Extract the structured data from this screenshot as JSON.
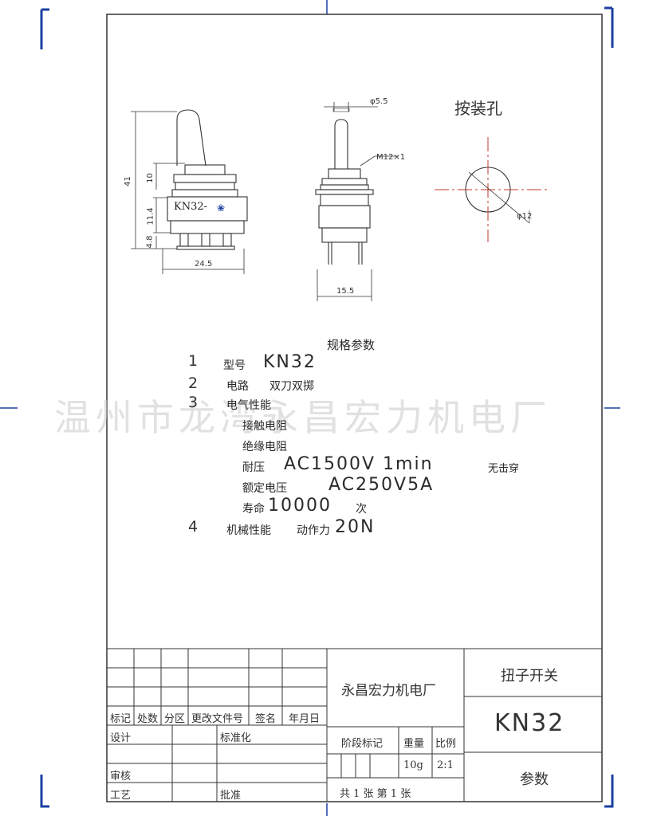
{
  "watermark": "温州市龙湾永昌宏力机电厂",
  "drawing": {
    "mount_hole_title": "按装孔",
    "dims": {
      "height_total": "41",
      "h_10": "10",
      "h_11_4": "11.4",
      "h_4_8": "4.8",
      "w_24_5": "24.5",
      "dia_5_5": "φ5.5",
      "thread": "M12×1",
      "w_15_5": "15.5",
      "hole_dia": "φ12"
    },
    "body_label": "KN32-"
  },
  "specs": {
    "title": "规格参数",
    "items": [
      {
        "num": "1",
        "label": "型号",
        "value": "KN32"
      },
      {
        "num": "2",
        "label": "电路",
        "value": "双刀双掷"
      },
      {
        "num": "3",
        "label": "电气性能",
        "value": ""
      },
      {
        "num": "",
        "label": "接触电阻",
        "value": ""
      },
      {
        "num": "",
        "label": "绝缘电阻",
        "value": ""
      },
      {
        "num": "",
        "label": "耐压",
        "value": "AC1500V 1min",
        "suffix": "无击穿"
      },
      {
        "num": "",
        "label": "额定电压",
        "value": "AC250V5A"
      },
      {
        "num": "",
        "label": "寿命",
        "value": "10000",
        "suffix": "次"
      },
      {
        "num": "4",
        "label": "机械性能",
        "value": "动作力",
        "value2": "20N"
      }
    ]
  },
  "title_block": {
    "headers": [
      "标记",
      "处数",
      "分区",
      "更改文件号",
      "签名",
      "年月日"
    ],
    "design": "设计",
    "standardize": "标准化",
    "review": "审核",
    "process": "工艺",
    "approve": "批准",
    "company": "永昌宏力机电厂",
    "stage_mark": "阶段标记",
    "weight_label": "重量",
    "scale_label": "比例",
    "weight_value": "10g",
    "scale_value": "2:1",
    "sheets": "共 1 张 第 1 张",
    "product_name": "扭子开关",
    "model": "KN32",
    "doc_type": "参数"
  }
}
